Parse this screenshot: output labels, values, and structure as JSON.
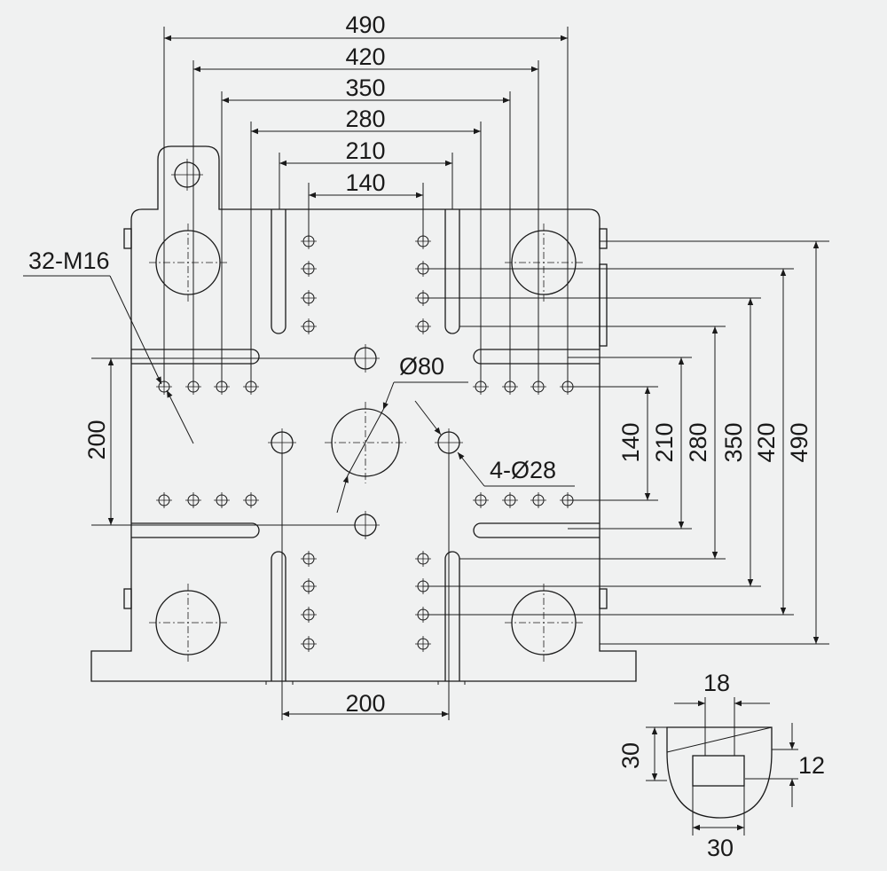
{
  "top_dimensions": [
    "490",
    "420",
    "350",
    "280",
    "210",
    "140"
  ],
  "right_dimensions": [
    "140",
    "210",
    "280",
    "350",
    "420",
    "490"
  ],
  "left_dimension": "200",
  "bottom_dimension": "200",
  "callouts": {
    "thread_holes": "32-M16",
    "center_bore": "Ø80",
    "tie_bar_holes": "4-Ø28"
  },
  "t_slot_section": {
    "top_width": "18",
    "depth": "30",
    "neck": "12",
    "bottom_width": "30"
  },
  "colors": {
    "background": "#f0f1f1",
    "line": "#1a1a1a"
  }
}
